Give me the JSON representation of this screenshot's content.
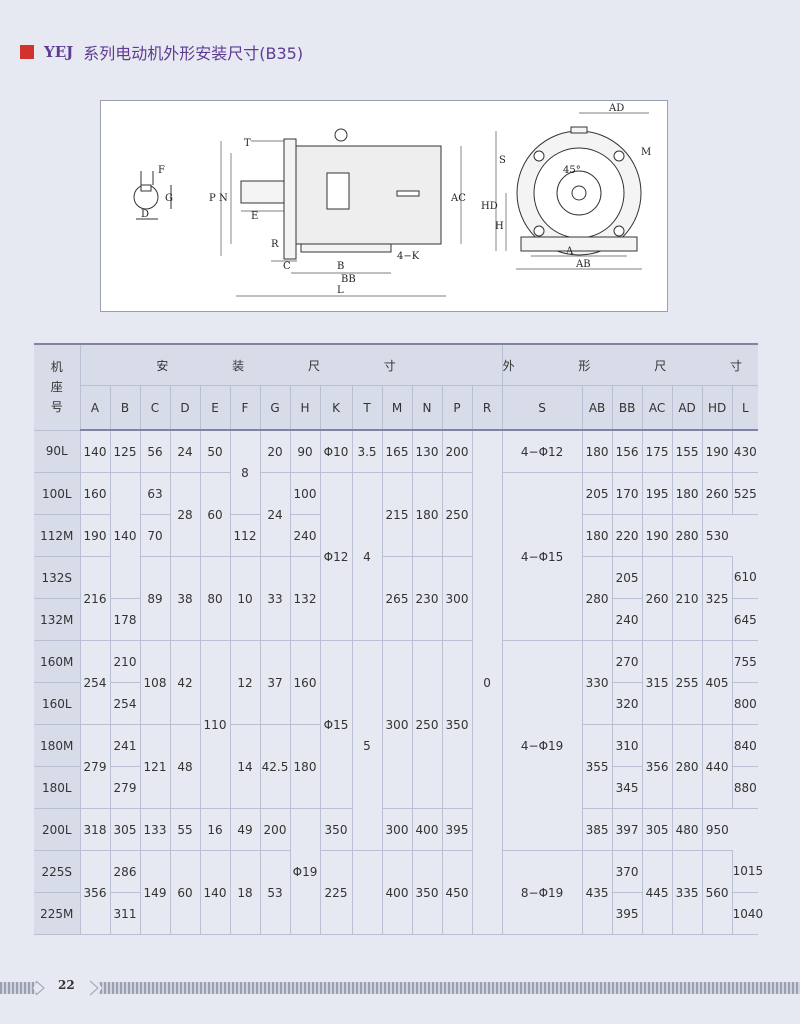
{
  "title": {
    "brand": "YEJ",
    "text": "系列电动机外形安装尺寸(B35)"
  },
  "colors": {
    "accent_square": "#d2322d",
    "title_text": "#5f3b93",
    "table_head": "#d8dce8"
  },
  "drawing": {
    "labels": [
      "F",
      "G",
      "D",
      "T",
      "P",
      "N",
      "E",
      "R",
      "C",
      "B",
      "BB",
      "L",
      "4−K",
      "AC",
      "AD",
      "M",
      "S",
      "45°",
      "HD",
      "H",
      "A",
      "AB"
    ]
  },
  "table": {
    "row_header": [
      "机",
      "座",
      "号"
    ],
    "group_install": "安 装 尺 寸",
    "group_outline": "外 形 尺 寸",
    "columns": [
      "A",
      "B",
      "C",
      "D",
      "E",
      "F",
      "G",
      "H",
      "K",
      "T",
      "M",
      "N",
      "P",
      "R",
      "S",
      "AB",
      "BB",
      "AC",
      "AD",
      "HD",
      "L"
    ],
    "models": [
      "90L",
      "100L",
      "112M",
      "132S",
      "132M",
      "160M",
      "160L",
      "180M",
      "180L",
      "200L",
      "225S",
      "225M"
    ],
    "cells": {
      "A": [
        "140",
        "160",
        "190",
        "216",
        "254",
        "279",
        "318",
        "356"
      ],
      "B": [
        "125",
        "140",
        "178",
        "210",
        "254",
        "241",
        "279",
        "305",
        "286",
        "311"
      ],
      "C": [
        "56",
        "63",
        "70",
        "89",
        "108",
        "121",
        "133",
        "149"
      ],
      "D": [
        "24",
        "28",
        "38",
        "42",
        "48",
        "55",
        "60"
      ],
      "E": [
        "50",
        "60",
        "80",
        "110",
        "140"
      ],
      "F": [
        "8",
        "10",
        "12",
        "14",
        "16",
        "18"
      ],
      "G": [
        "20",
        "24",
        "33",
        "37",
        "42.5",
        "49",
        "53"
      ],
      "H": [
        "90",
        "100",
        "112",
        "132",
        "160",
        "180",
        "200",
        "225"
      ],
      "K": [
        "Φ10",
        "Φ12",
        "Φ15",
        "Φ19"
      ],
      "T": [
        "3.5",
        "4",
        "5"
      ],
      "M": [
        "165",
        "215",
        "265",
        "300",
        "350",
        "400"
      ],
      "N": [
        "130",
        "180",
        "230",
        "250",
        "300",
        "350"
      ],
      "P": [
        "200",
        "250",
        "300",
        "350",
        "400",
        "450"
      ],
      "R": [
        "0"
      ],
      "S": [
        "4−Φ12",
        "4−Φ15",
        "4−Φ19",
        "8−Φ19"
      ],
      "AB": [
        "180",
        "205",
        "240",
        "280",
        "330",
        "355",
        "395",
        "435"
      ],
      "BB": [
        "156",
        "170",
        "180",
        "205",
        "240",
        "270",
        "320",
        "310",
        "345",
        "385",
        "370",
        "395"
      ],
      "AC": [
        "175",
        "195",
        "220",
        "260",
        "315",
        "356",
        "397",
        "445"
      ],
      "AD": [
        "155",
        "180",
        "190",
        "210",
        "255",
        "280",
        "305",
        "335"
      ],
      "HD": [
        "190",
        "260",
        "280",
        "325",
        "405",
        "440",
        "480",
        "560"
      ],
      "L": [
        "430",
        "525",
        "530",
        "610",
        "645",
        "755",
        "800",
        "840",
        "880",
        "950",
        "1015",
        "1040"
      ]
    }
  },
  "page_number": "22"
}
